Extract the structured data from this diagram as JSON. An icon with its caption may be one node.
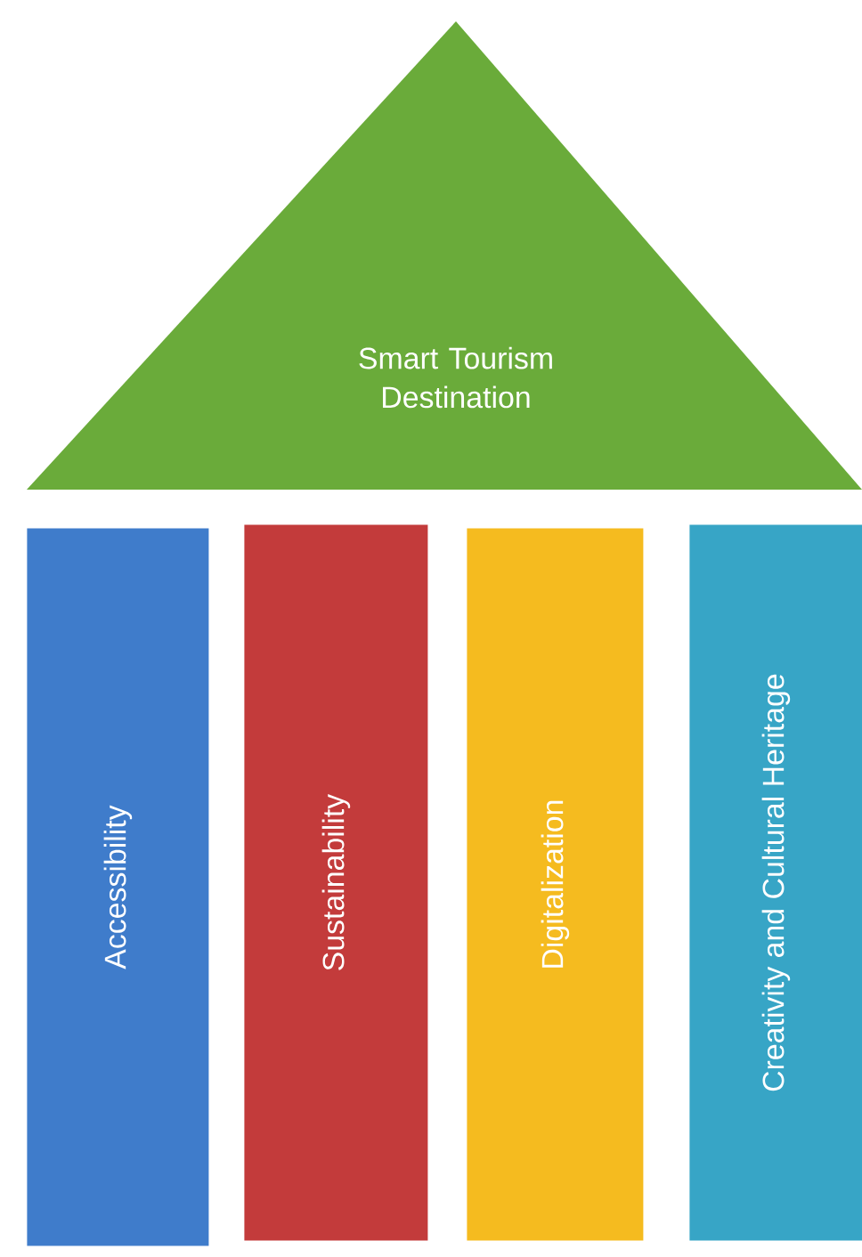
{
  "diagram": {
    "nodes": [
      {
        "text": [
          "Smart Tourism Destination"
        ]
      },
      {
        "text": [
          "Accessibility"
        ]
      },
      {
        "text": [
          "Sustainability"
        ]
      },
      {
        "text": [
          "Digitalization"
        ]
      },
      {
        "text": [
          "Creativity and Cultural Heritage"
        ]
      }
    ]
  }
}
